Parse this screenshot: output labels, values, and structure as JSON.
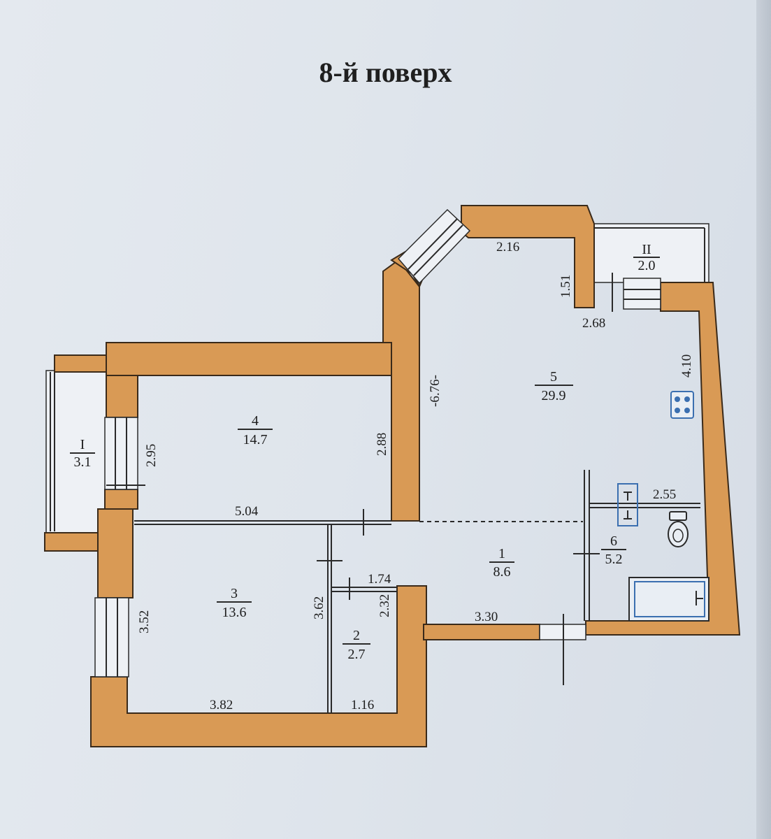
{
  "title": "8-й поверх",
  "rooms": [
    {
      "number": "1",
      "area": "8.6"
    },
    {
      "number": "2",
      "area": "2.7"
    },
    {
      "number": "3",
      "area": "13.6"
    },
    {
      "number": "4",
      "area": "14.7"
    },
    {
      "number": "5",
      "area": "29.9"
    },
    {
      "number": "6",
      "area": "5.2"
    }
  ],
  "balconies": [
    {
      "number": "I",
      "area": "3.1"
    },
    {
      "number": "II",
      "area": "2.0"
    }
  ],
  "dimensions": {
    "d_2_16": "2.16",
    "d_1_51": "1.51",
    "d_2_68": "2.68",
    "d_4_10": "4.10",
    "d_6_76": "-6.76-",
    "d_2_88": "2.88",
    "d_2_95": "2.95",
    "d_5_04": "5.04",
    "d_2_55": "2.55",
    "d_3_52": "3.52",
    "d_3_62": "3.62",
    "d_1_74": "1.74",
    "d_2_32": "2.32",
    "d_3_30": "3.30",
    "d_3_82": "3.82",
    "d_1_16": "1.16"
  },
  "colors": {
    "wall": "#d99a55",
    "paper": "#e1e7ee",
    "line": "#2a2a2a",
    "fixture": "#3b6fb0"
  },
  "icons": [
    "stove-icon",
    "toilet-icon",
    "bathtub-icon",
    "sink-icon"
  ]
}
